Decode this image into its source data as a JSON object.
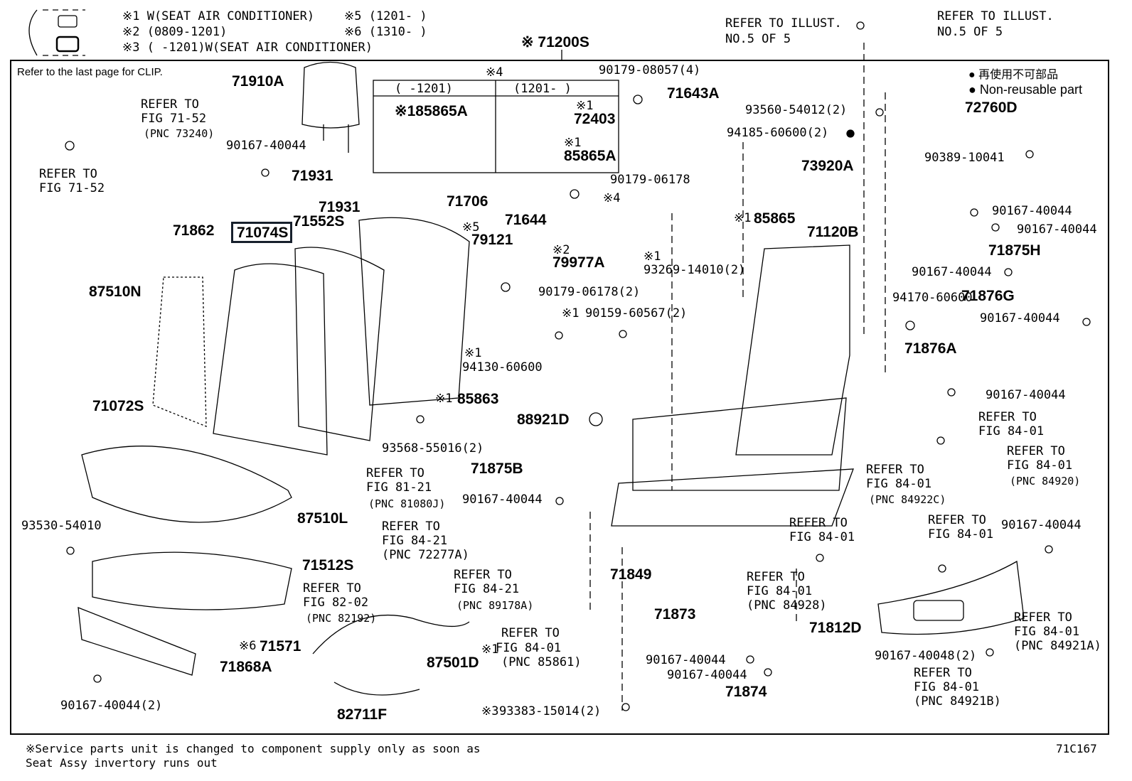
{
  "header": {
    "legend_lines": [
      "※1 W(SEAT AIR CONDITIONER)",
      "※2 (0809-1201)",
      "※3 (      -1201)W(SEAT AIR CONDITIONER)",
      "※5 (1201-      )",
      "※6 (1310-      )"
    ],
    "assembly": "※ 71200S",
    "refer_illust_1": "REFER TO ILLUST.",
    "refer_illust_1b": "NO.5 OF 5",
    "refer_illust_2": "REFER TO ILLUST.",
    "refer_illust_2b": "NO.5 OF 5"
  },
  "notes": {
    "clip": "Refer to the last page for CLIP.",
    "nonreusable_jp": "● 再使用不可部品",
    "nonreusable_en": "● Non-reusable part",
    "variant_table": {
      "title": "※4",
      "col1": "(      -1201)",
      "col2": "(1201-      )",
      "c1": "※185865A",
      "c2a": "※1",
      "c2b": "72403",
      "c2c": "※1",
      "c2d": "85865A"
    }
  },
  "footer": {
    "line1": "※Service parts unit is changed to component supply only as soon as",
    "line2": "Seat Assy invertory runs out",
    "code": "71C167"
  },
  "highlight": "71074S",
  "parts_big": [
    "71910A",
    "71931",
    "71931",
    "71862",
    "71552S",
    "71706",
    "79121",
    "71644",
    "79977A",
    "87510N",
    "71072S",
    "87510L",
    "71512S",
    "71571",
    "71868A",
    "87501D",
    "82711F",
    "71643A",
    "73920A",
    "72760D",
    "85865",
    "71120B",
    "71875H",
    "71876G",
    "71876A",
    "85863",
    "88921D",
    "71875B",
    "71849",
    "71873",
    "71874",
    "71812D"
  ],
  "parts_small": [
    "90167-40044",
    "90179-08057(4)",
    "90179-06178",
    "93269-14010(2)",
    "90179-06178(2)",
    "90159-60567(2)",
    "94130-60600",
    "93568-55016(2)",
    "93530-54010",
    "90167-40044(2)",
    "93560-54012(2)",
    "94185-60600(2)",
    "90389-10041",
    "90167-40044",
    "90167-40044",
    "90167-40044",
    "90167-40044",
    "90167-40044",
    "90167-40044",
    "90167-40044",
    "90167-40044",
    "90167-40044",
    "90167-40048(2)",
    "93383-15014(2)",
    "94170-60600"
  ],
  "refs": [
    "REFER TO",
    "FIG 71-52",
    "(PNC 73240)",
    "REFER TO",
    "FIG 71-52",
    "REFER TO",
    "FIG 81-21",
    "(PNC 81080J)",
    "REFER TO",
    "FIG 84-21",
    "(PNC 72277A)",
    "REFER TO",
    "FIG 84-21",
    "(PNC 89178A)",
    "REFER TO",
    "FIG 82-02",
    "(PNC 82192)",
    "REFER TO",
    "FIG 84-01",
    "(PNC 85861)",
    "REFER TO",
    "FIG 84-01",
    "REFER TO",
    "FIG 84-01",
    "(PNC 84920)",
    "REFER TO",
    "FIG 84-01",
    "(PNC 84922C)",
    "REFER TO",
    "FIG 84-01",
    "REFER TO",
    "FIG 84-01",
    "REFER TO",
    "FIG 84-01",
    "(PNC 84928)",
    "REFER TO",
    "FIG 84-01",
    "(PNC 84921A)",
    "REFER TO",
    "FIG 84-01",
    "(PNC 84921B)"
  ],
  "marks": [
    "※5",
    "※2",
    "※4",
    "※1",
    "※1",
    "※1",
    "※1",
    "※1",
    "※6",
    "※1",
    "※3"
  ]
}
